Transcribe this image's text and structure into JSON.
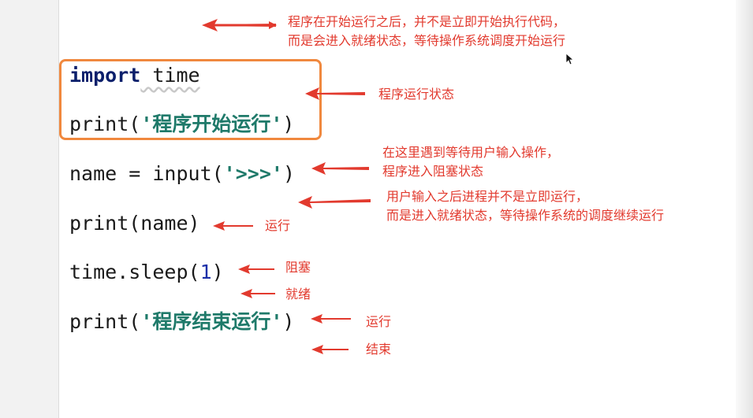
{
  "code": {
    "line1": {
      "keyword": "import",
      "rest": " time"
    },
    "line2": {
      "func": "print(",
      "string": "'程序开始运行'",
      "close": ")"
    },
    "line3": {
      "prefix": "name = ",
      "func": "input(",
      "string": "'>>>'",
      "close": ")"
    },
    "line4": {
      "text": "print(name)"
    },
    "line5": {
      "prefix": "time.sleep(",
      "number": "1",
      "close": ")"
    },
    "line6": {
      "func": "print(",
      "string": "'程序结束运行'",
      "close": ")"
    }
  },
  "annotations": {
    "top_note_1": "程序在开始运行之后，并不是立即开始执行代码，",
    "top_note_2": "而是会进入就绪状态，等待操作系统调度开始运行",
    "running_state": "程序运行状态",
    "input_note_1": "在这里遇到等待用户输入操作，",
    "input_note_2": "程序进入阻塞状态",
    "after_input_1": "用户输入之后进程并不是立即运行，",
    "after_input_2": "而是进入就绪状态，等待操作系统的调度继续运行",
    "run_label_1": "运行",
    "block_label": "阻塞",
    "ready_label": "就绪",
    "run_label_2": "运行",
    "end_label": "结束"
  },
  "colors": {
    "annotation": "#e23a2e",
    "highlight_box": "#f0883e",
    "keyword": "#0b1f6b",
    "string": "#1f7a6a"
  }
}
